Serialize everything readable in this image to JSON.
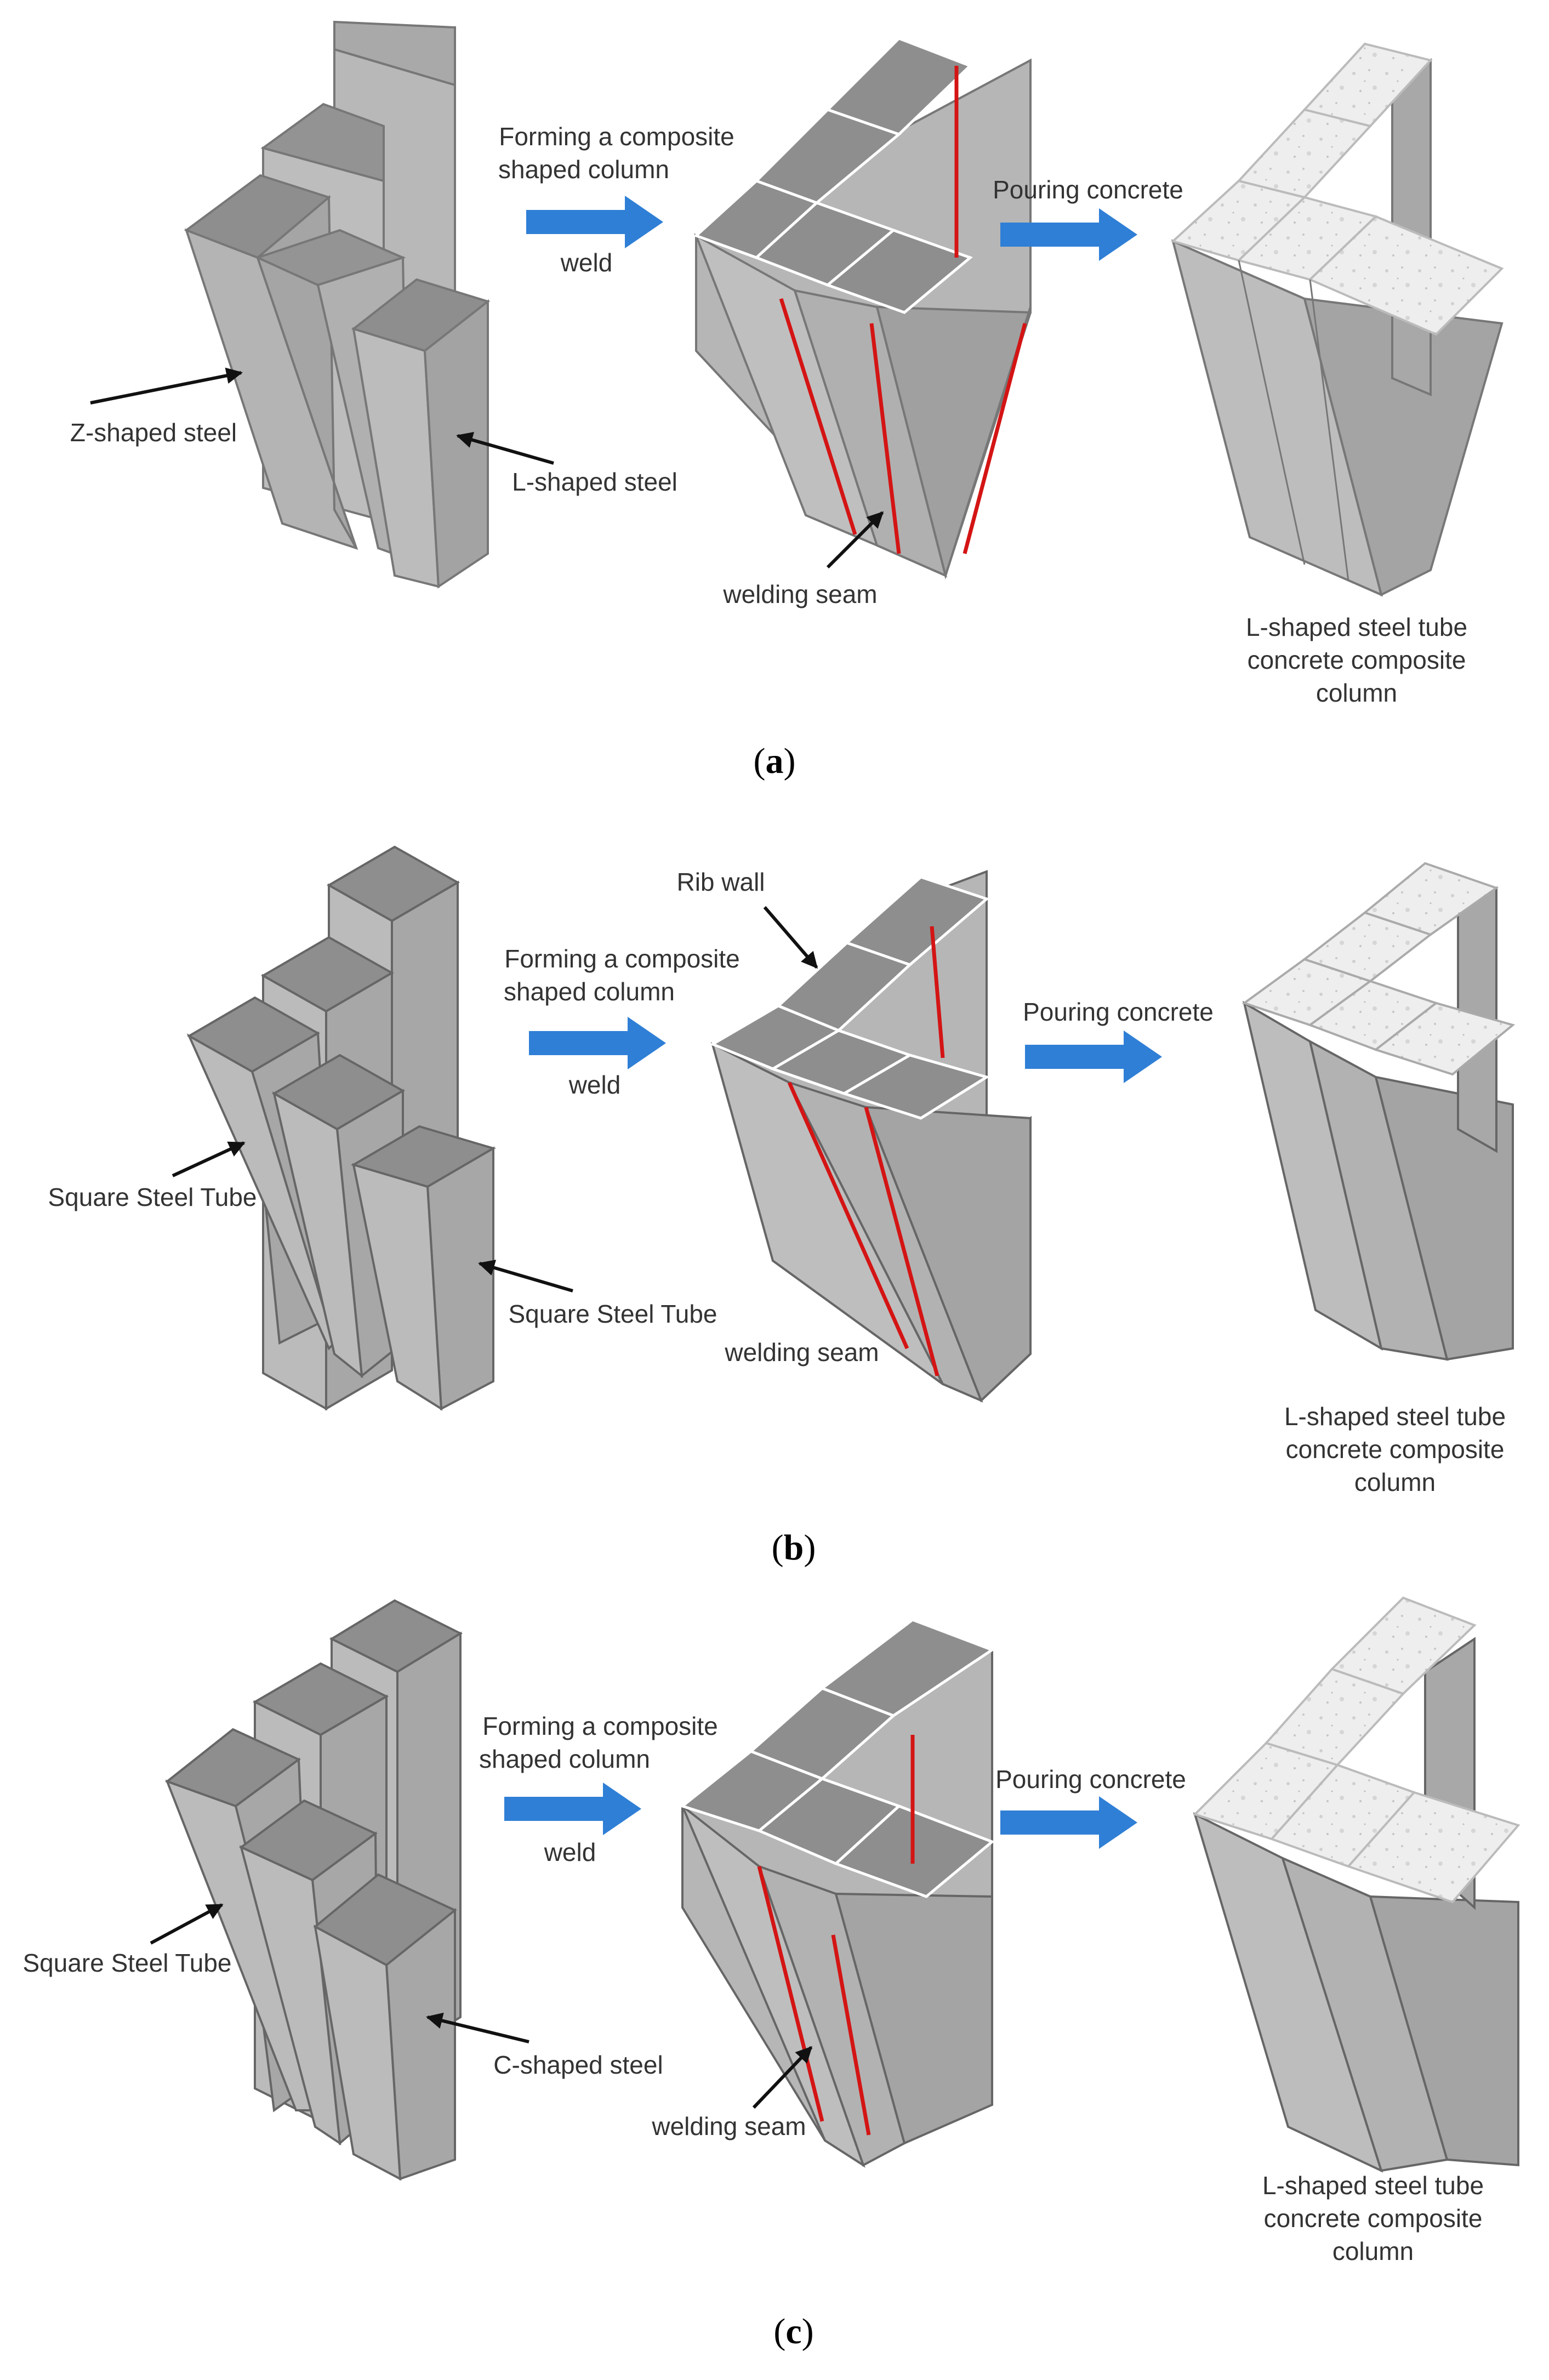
{
  "panels": [
    {
      "caption_letter": "a",
      "step1_line1": "Forming a composite",
      "step1_line2": "shaped column",
      "step1_sub": "weld",
      "step2": "Pouring concrete",
      "part_left": "Z-shaped steel",
      "part_right": "L-shaped steel",
      "seam": "welding seam",
      "result_line1": "L-shaped steel tube",
      "result_line2": "concrete composite",
      "result_line3": "column"
    },
    {
      "caption_letter": "b",
      "rib": "Rib wall",
      "step1_line1": "Forming a composite",
      "step1_line2": "shaped column",
      "step1_sub": "weld",
      "step2": "Pouring concrete",
      "part_left": "Square Steel Tube",
      "part_right": "Square Steel Tube",
      "seam": "welding seam",
      "result_line1": "L-shaped steel tube",
      "result_line2": "concrete composite",
      "result_line3": "column"
    },
    {
      "caption_letter": "c",
      "step1_line1": "Forming a composite",
      "step1_line2": "shaped column",
      "step1_sub": "weld",
      "step2": "Pouring concrete",
      "part_left": "Square Steel Tube",
      "part_right": "C-shaped steel",
      "seam": "welding seam",
      "result_line1": "L-shaped steel tube",
      "result_line2": "concrete composite",
      "result_line3": "column"
    }
  ],
  "colors": {
    "steel_front": "#b8b8b8",
    "steel_side": "#a2a2a2",
    "steel_inner": "#8e8e8e",
    "concrete": "#eeeeee",
    "weld_seam": "#d41414",
    "arrow": "#2f7fd6"
  }
}
